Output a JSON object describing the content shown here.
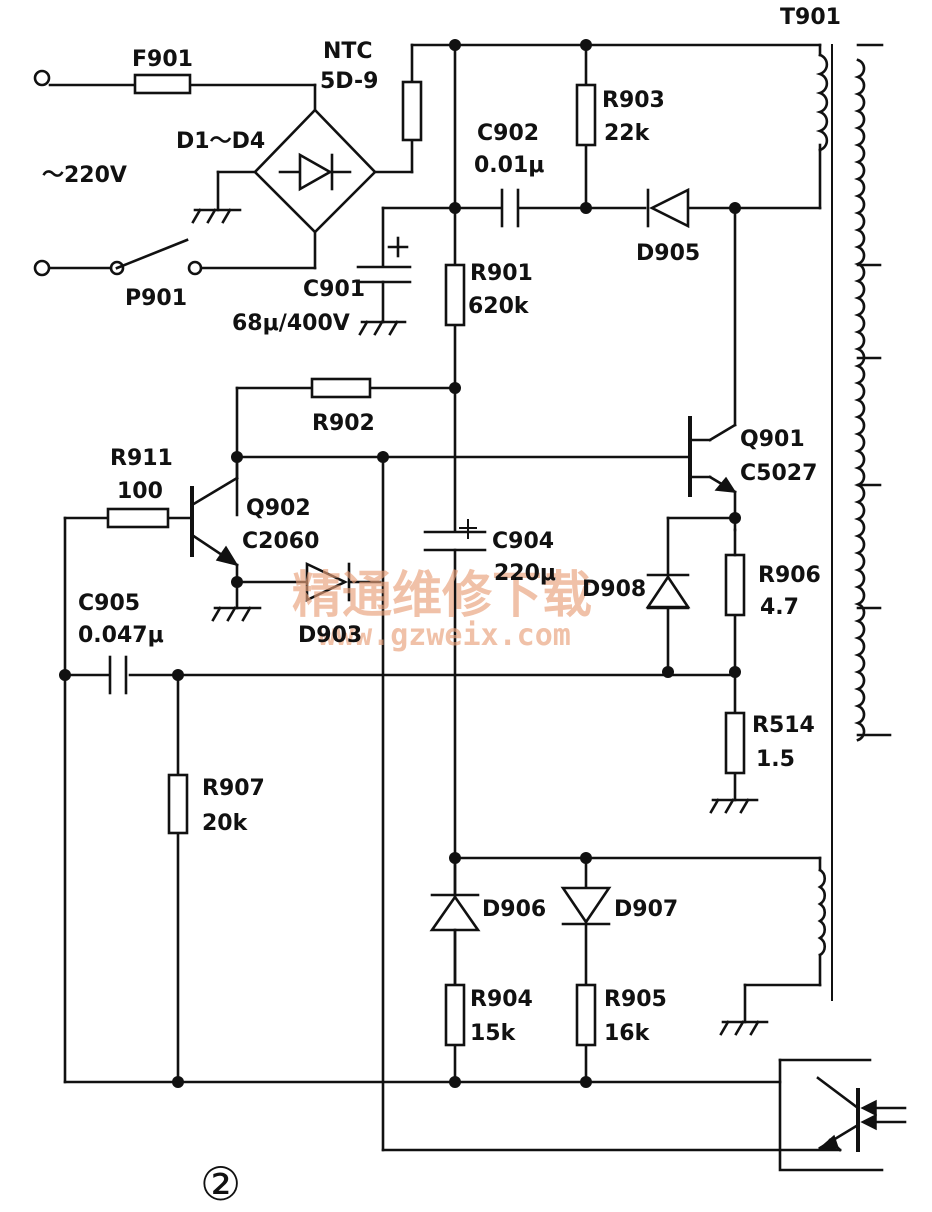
{
  "labels": {
    "f901": "F901",
    "ntc": "NTC",
    "ntc_value": "5D-9",
    "t901": "T901",
    "bridge": "D1～D4",
    "mains": "～220V",
    "p901": "P901",
    "c901": "C901",
    "c901_value": "68μ/400V",
    "c902": "C902",
    "c902_value": "0.01μ",
    "r903": "R903",
    "r903_value": "22k",
    "d905": "D905",
    "r901": "R901",
    "r901_value": "620k",
    "r902": "R902",
    "q901": "Q901",
    "q901_value": "C5027",
    "r911": "R911",
    "r911_value": "100",
    "q902": "Q902",
    "q902_value": "C2060",
    "c904": "C904",
    "c904_value": "220μ",
    "d908": "D908",
    "r906": "R906",
    "r906_value": "4.7",
    "d903": "D903",
    "c905": "C905",
    "c905_value": "0.047μ",
    "r514": "R514",
    "r514_value": "1.5",
    "r907": "R907",
    "r907_value": "20k",
    "d906": "D906",
    "d907": "D907",
    "r904": "R904",
    "r904_value": "15k",
    "r905": "R905",
    "r905_value": "16k",
    "figure_number": "②"
  },
  "watermark": {
    "line1": "精通维修下载",
    "line2": "www.gzweix.com",
    "color": "#e9a07a"
  }
}
